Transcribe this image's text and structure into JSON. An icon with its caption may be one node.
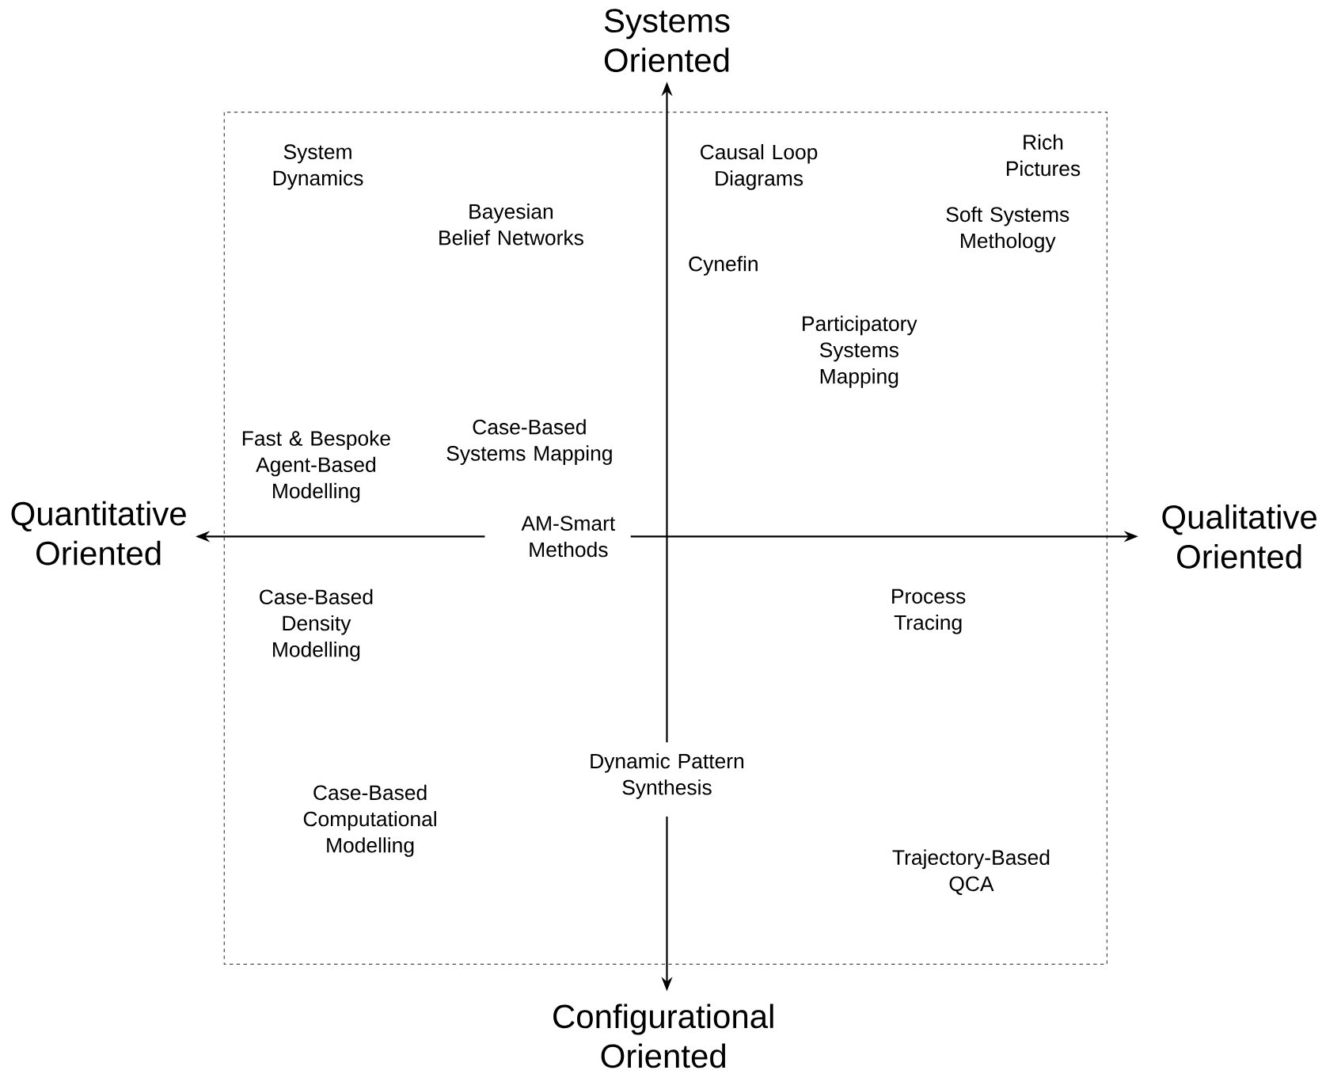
{
  "diagram": {
    "labels": [
      "Systems Oriented",
      "System Dynamics",
      "Causal Loop Diagrams",
      "Rich Pictures",
      "Bayesian Belief Networks",
      "Soft Systems Methology",
      "Cynefin",
      "Participatory Systems Mapping",
      "Fast & Bespoke Agent-Based Modelling",
      "Case-Based Systems Mapping",
      "Quantitative Oriented",
      "AM-Smart Methods",
      "Qualitative Oriented",
      "Case-Based Density Modelling",
      "Process Tracing",
      "Dynamic Pattern Synthesis",
      "Case-Based Computational Modelling",
      "Trajectory-Based QCA",
      "Configurational Oriented"
    ]
  }
}
